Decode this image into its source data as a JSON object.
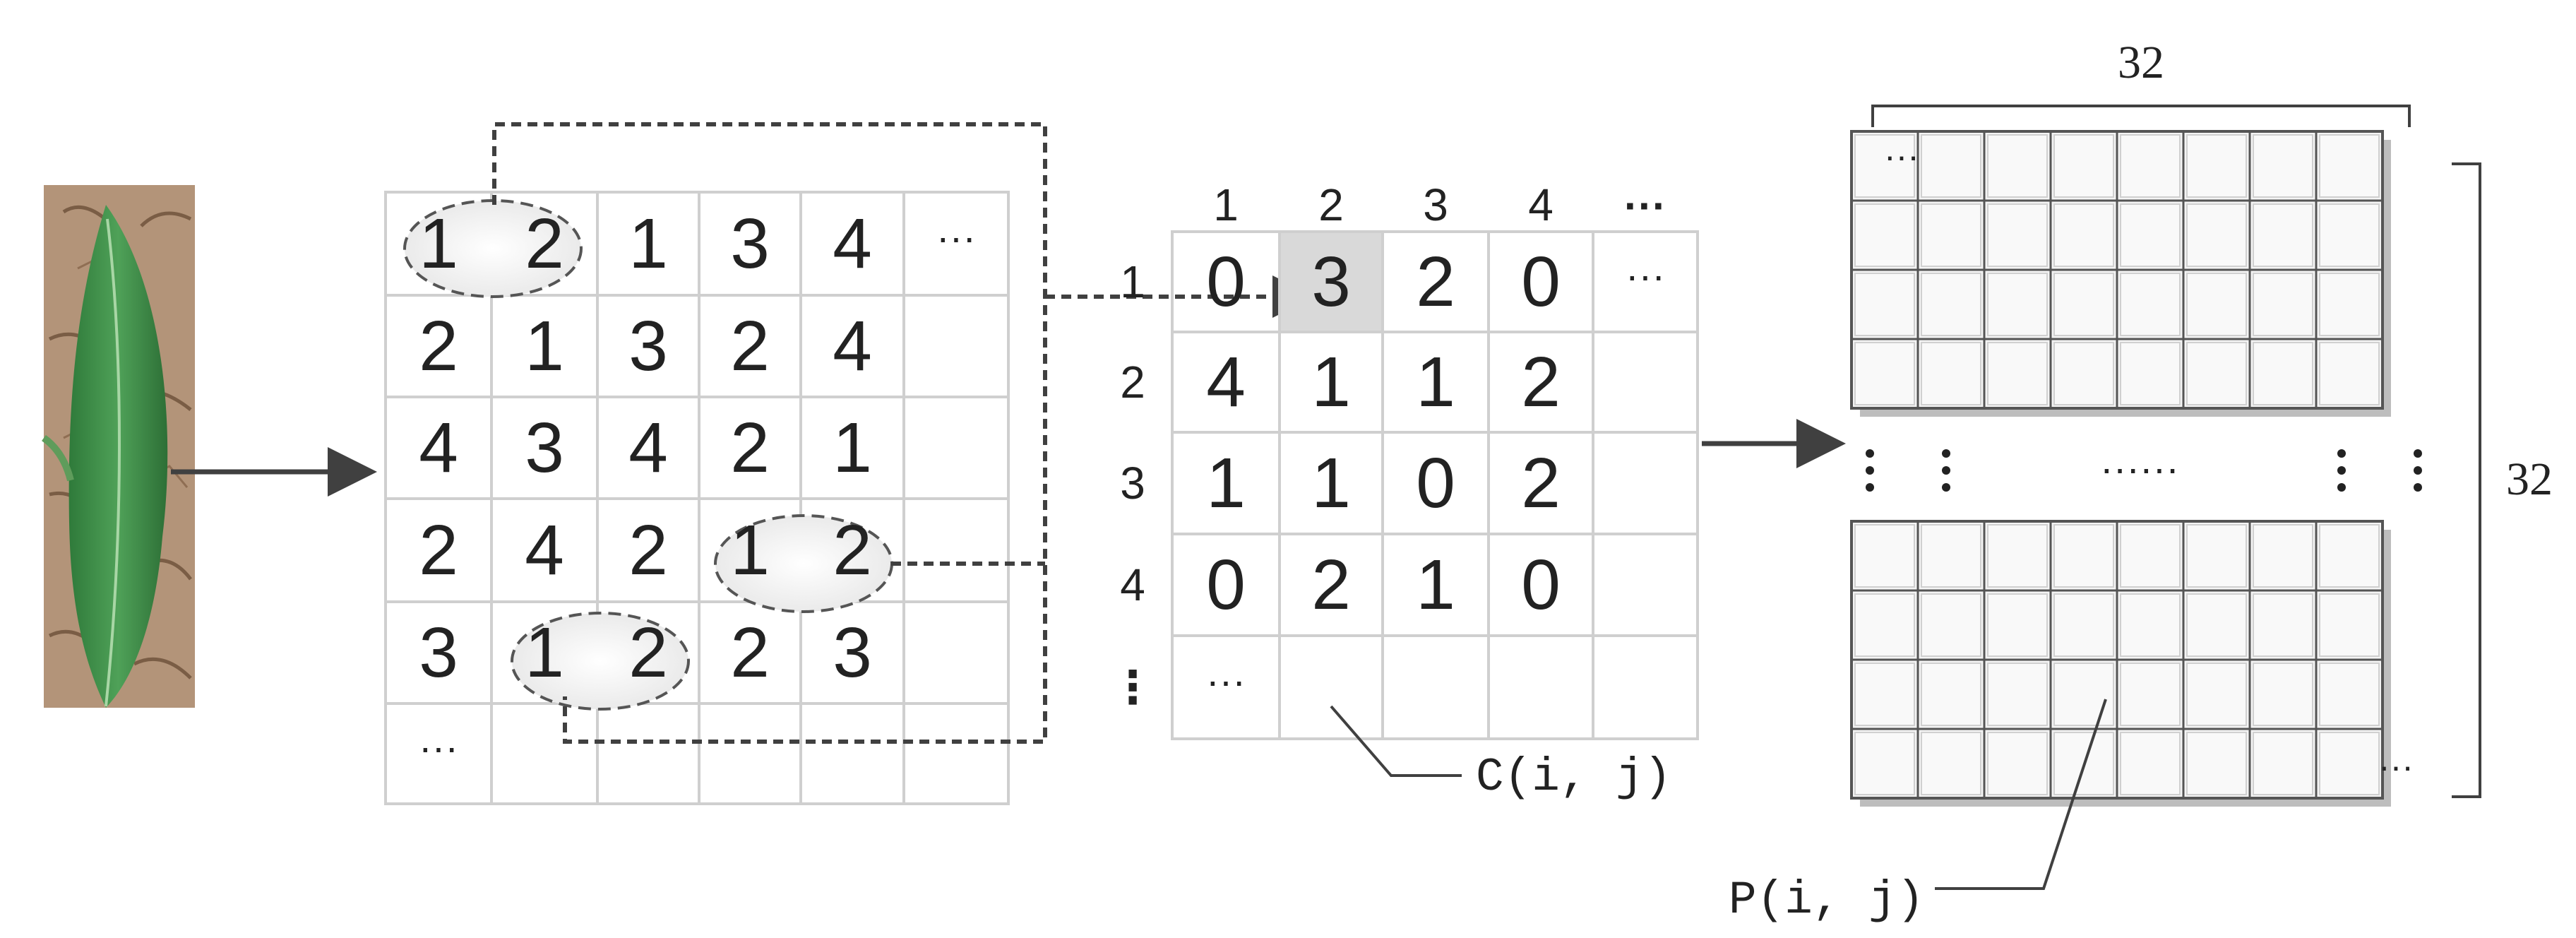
{
  "source_matrix": {
    "rows": [
      [
        "1",
        "2",
        "1",
        "3",
        "4",
        "···"
      ],
      [
        "2",
        "1",
        "3",
        "2",
        "4",
        ""
      ],
      [
        "4",
        "3",
        "4",
        "2",
        "1",
        ""
      ],
      [
        "2",
        "4",
        "2",
        "1",
        "2",
        ""
      ],
      [
        "3",
        "1",
        "2",
        "2",
        "3",
        ""
      ],
      [
        "···",
        "",
        "",
        "",
        "",
        ""
      ]
    ]
  },
  "cooccurrence_matrix": {
    "col_headers": [
      "1",
      "2",
      "3",
      "4",
      "···"
    ],
    "row_headers": [
      "1",
      "2",
      "3",
      "4",
      "⋮"
    ],
    "rows": [
      [
        "0",
        "3",
        "2",
        "0",
        "···"
      ],
      [
        "4",
        "1",
        "1",
        "2",
        ""
      ],
      [
        "1",
        "1",
        "0",
        "2",
        ""
      ],
      [
        "0",
        "2",
        "1",
        "0",
        ""
      ],
      [
        "···",
        "",
        "",
        "",
        ""
      ]
    ],
    "label": "C(i, j)"
  },
  "feature_grid": {
    "width_label": "32",
    "height_label": "32",
    "top_corner": "···",
    "bottom_corner": "···",
    "middle_dots": "······",
    "label": "P(i, j)"
  },
  "colors": {
    "line": "#404040",
    "grid": "#cfcfcf",
    "highlight": "#d9d9d9",
    "text": "#222222"
  }
}
